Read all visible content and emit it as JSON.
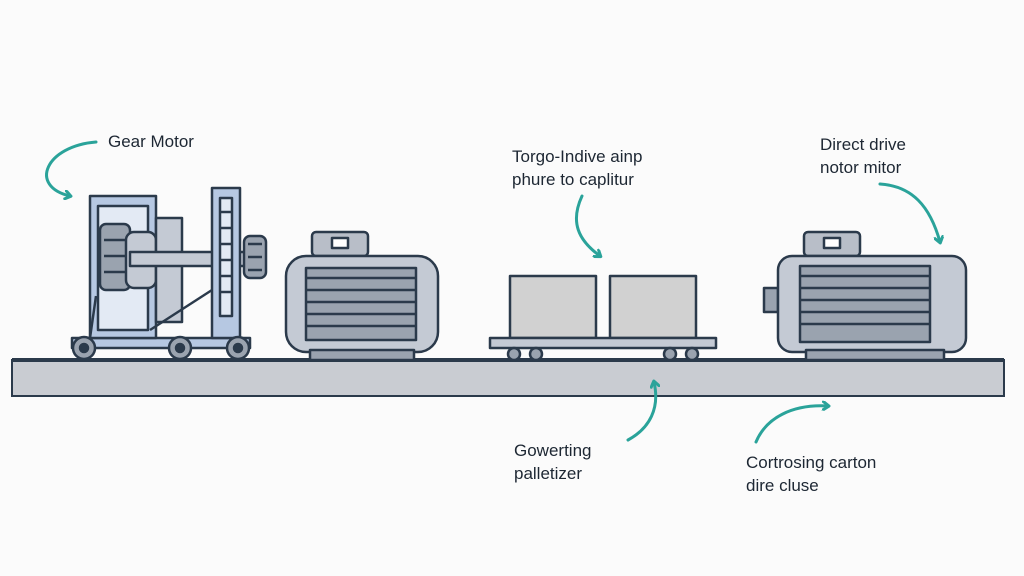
{
  "colors": {
    "background": "#fbfbfb",
    "outline": "#2b3a4b",
    "metal_light": "#c4cad4",
    "metal_mid": "#8e97a4",
    "frame_blue": "#b6c8e2",
    "crate": "#d1d1d1",
    "arrow_teal": "#2aa39a",
    "rail": "#c9ccd2"
  },
  "labels": {
    "gear_motor": [
      "Gear Motor"
    ],
    "torque_drive": [
      "Torgo-Indive ainp",
      "phure to caplitur"
    ],
    "direct_drive": [
      "Direct drive",
      "notor mitor"
    ],
    "palletizer": [
      "Gowerting",
      "palletizer"
    ],
    "carton": [
      "Cortrosing carton",
      "dire cluse"
    ]
  },
  "icons": [
    "gear-motor-assembly-icon",
    "motor-icon",
    "pallet-cart-icon",
    "direct-drive-motor-icon",
    "curved-arrow-icon"
  ]
}
